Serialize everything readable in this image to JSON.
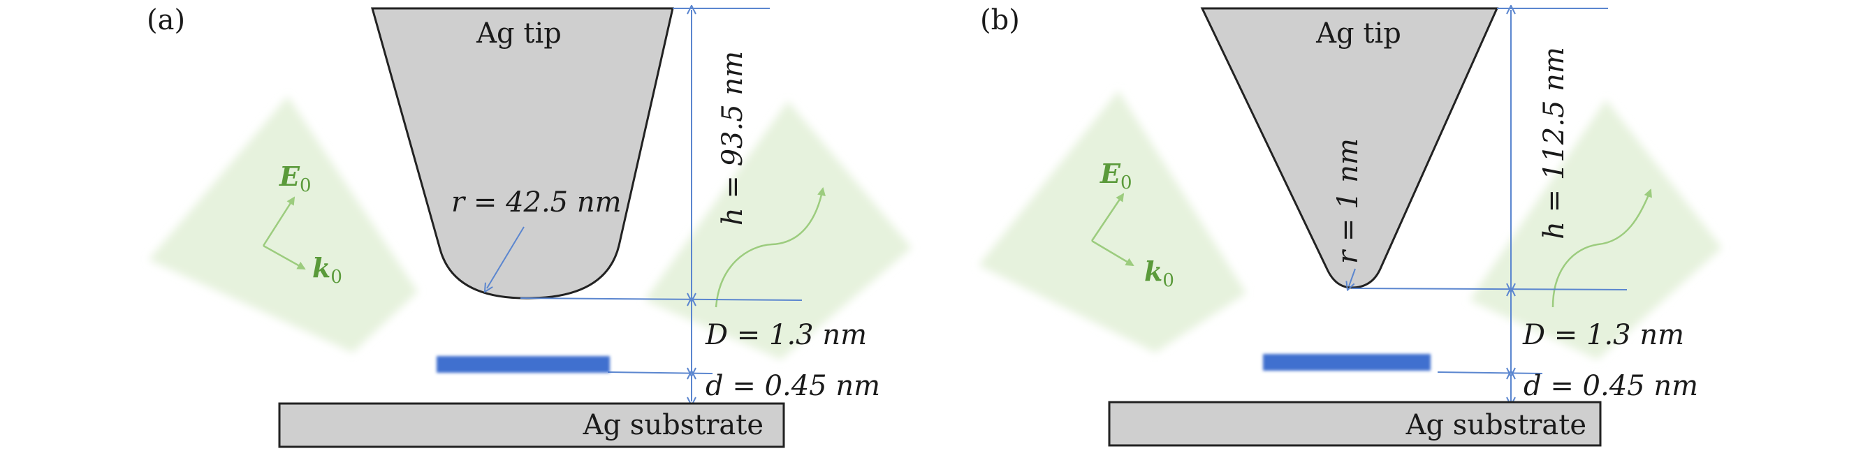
{
  "panels": [
    {
      "panel_label": "(a)",
      "tip_label": "Ag tip",
      "radius_label": "r = 42.5 nm",
      "height_label": "h = 93.5 nm",
      "gap_label": "D = 1.3 nm",
      "spacer_label": "d = 0.45 nm",
      "substrate_label": "Ag substrate",
      "field_label": "E",
      "field_subscript": "0",
      "wavevector_label": "k",
      "wavevector_subscript": "0"
    },
    {
      "panel_label": "(b)",
      "tip_label": "Ag tip",
      "radius_label": "r = 1 nm",
      "height_label": "h = 112.5 nm",
      "gap_label": "D = 1.3 nm",
      "spacer_label": "d = 0.45 nm",
      "substrate_label": "Ag substrate",
      "field_label": "E",
      "field_subscript": "0",
      "wavevector_label": "k",
      "wavevector_subscript": "0"
    }
  ],
  "colors": {
    "tip_fill": "#cfcfcf",
    "outline": "#222222",
    "dimension_line": "#5b86cf",
    "molecule": "#3f6fcf",
    "beam": "#e6f2dd",
    "light_arrow": "#9ccc7e",
    "vector_label": "#5a9a3a"
  }
}
